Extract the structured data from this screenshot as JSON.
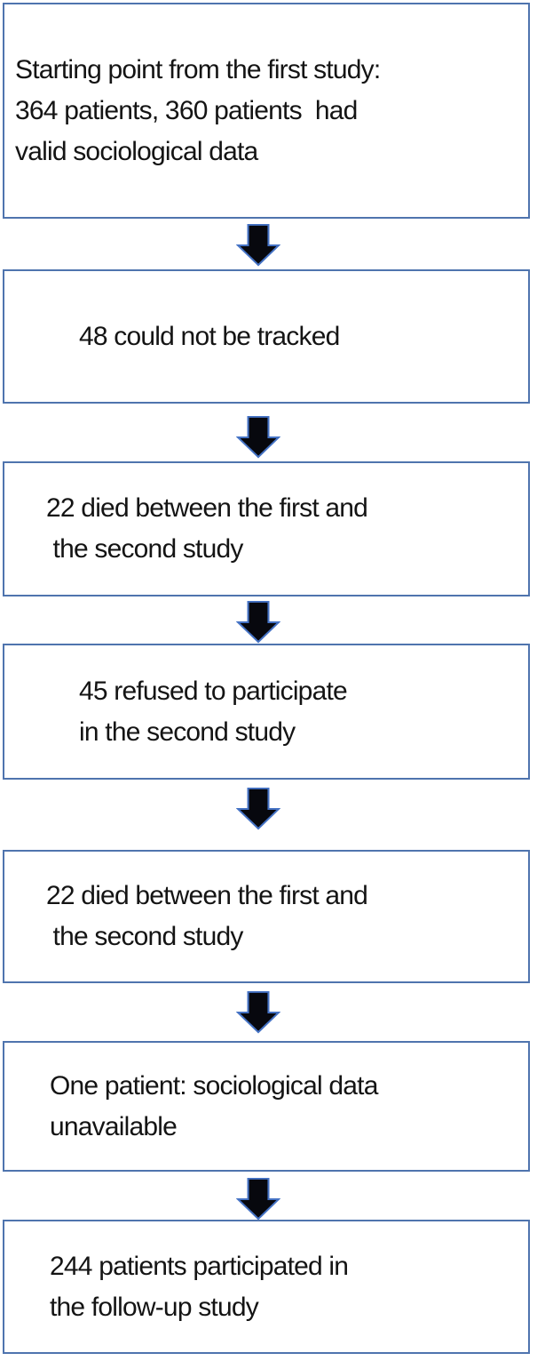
{
  "diagram": {
    "type": "flowchart",
    "description": "Patient attrition flow from first study to follow-up study",
    "colors": {
      "box_border": "#4f74ae",
      "box_fill": "#ffffff",
      "arrow_fill": "#07080e",
      "arrow_outline": "#4472c4",
      "text": "#141414",
      "background": "#ffffff"
    },
    "arrow_icon": "down-block-arrow",
    "arrow_count": 6,
    "boxes": [
      {
        "id": "start",
        "lines": [
          "Starting point from the first study:",
          "364 patients, 360 patients  had",
          "valid sociological data"
        ]
      },
      {
        "id": "not-tracked",
        "lines": [
          "48 could not be tracked"
        ]
      },
      {
        "id": "died-first",
        "lines": [
          "22 died between the first and",
          " the second study"
        ]
      },
      {
        "id": "refused",
        "lines": [
          "45 refused to participate",
          "in the second study"
        ]
      },
      {
        "id": "died-second",
        "lines": [
          "22 died between the first and",
          " the second study"
        ]
      },
      {
        "id": "data-unavailable",
        "lines": [
          "One patient: sociological data",
          "unavailable"
        ]
      },
      {
        "id": "final",
        "lines": [
          "244 patients participated in",
          "the follow-up study"
        ]
      }
    ]
  }
}
